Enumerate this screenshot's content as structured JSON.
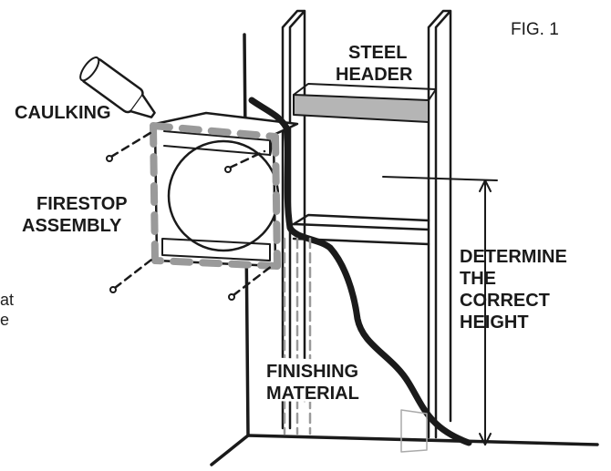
{
  "figure_label": "FIG. 1",
  "labels": {
    "caulking": "CAULKING",
    "steel_header_line1": "STEEL",
    "steel_header_line2": "HEADER",
    "firestop_line1": "FIRESTOP",
    "firestop_line2": "ASSEMBLY",
    "determine_line1": "DETERMINE",
    "determine_line2": "THE",
    "determine_line3": "CORRECT",
    "determine_line4": "HEIGHT",
    "finishing_line1": "FINISHING",
    "finishing_line2": "MATERIAL"
  },
  "edge_text": {
    "line1": "at",
    "line2": "e"
  }
}
